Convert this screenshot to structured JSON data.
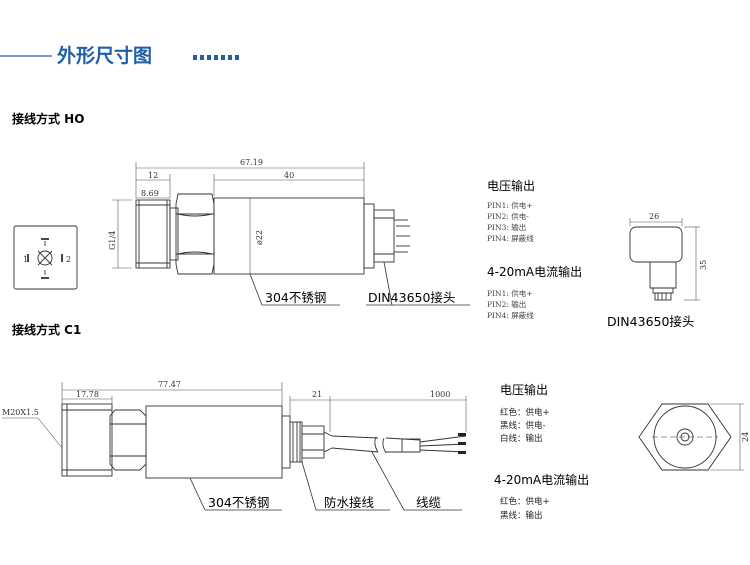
{
  "header": {
    "title": "外形尺寸图"
  },
  "section_ho": {
    "title": "接线方式 HO",
    "dims": {
      "total": "67.19",
      "body": "40",
      "first": "12",
      "hex": "8.69",
      "thread": "G1/4",
      "dia": "ø22"
    },
    "callouts": {
      "steel": "304不锈钢",
      "din": "DIN43650接头"
    },
    "voltage": {
      "heading": "电压输出",
      "pins": [
        "PIN1: 供电+",
        "PIN2: 供电-",
        "PIN3: 输出",
        "PIN4: 屏蔽线"
      ]
    },
    "current": {
      "heading": "4-20mA电流输出",
      "pins": [
        "PIN1: 供电+",
        "PIN2: 输出",
        "PIN4: 屏蔽线"
      ]
    },
    "connector": {
      "width": "26",
      "height": "35",
      "caption": "DIN43650接头"
    },
    "face_pins": {
      "p1": "1",
      "p2": "2"
    }
  },
  "section_c1": {
    "title": "接线方式 C1",
    "dims": {
      "thread": "M20X1.5",
      "total": "77.47",
      "hex": "17.78",
      "gland": "21",
      "cable": "1000",
      "flat": "24"
    },
    "callouts": {
      "steel": "304不锈钢",
      "gland": "防水接线",
      "cable": "线缆"
    },
    "voltage": {
      "heading": "电压输出",
      "wires": [
        "红色：供电+",
        "黑线：供电-",
        "白线：输出"
      ]
    },
    "current": {
      "heading": "4-20mA电流输出",
      "wires": [
        "红色：供电+",
        "黑线：输出"
      ]
    }
  },
  "colors": {
    "accent": "#1f5fa8",
    "line": "#333333"
  }
}
